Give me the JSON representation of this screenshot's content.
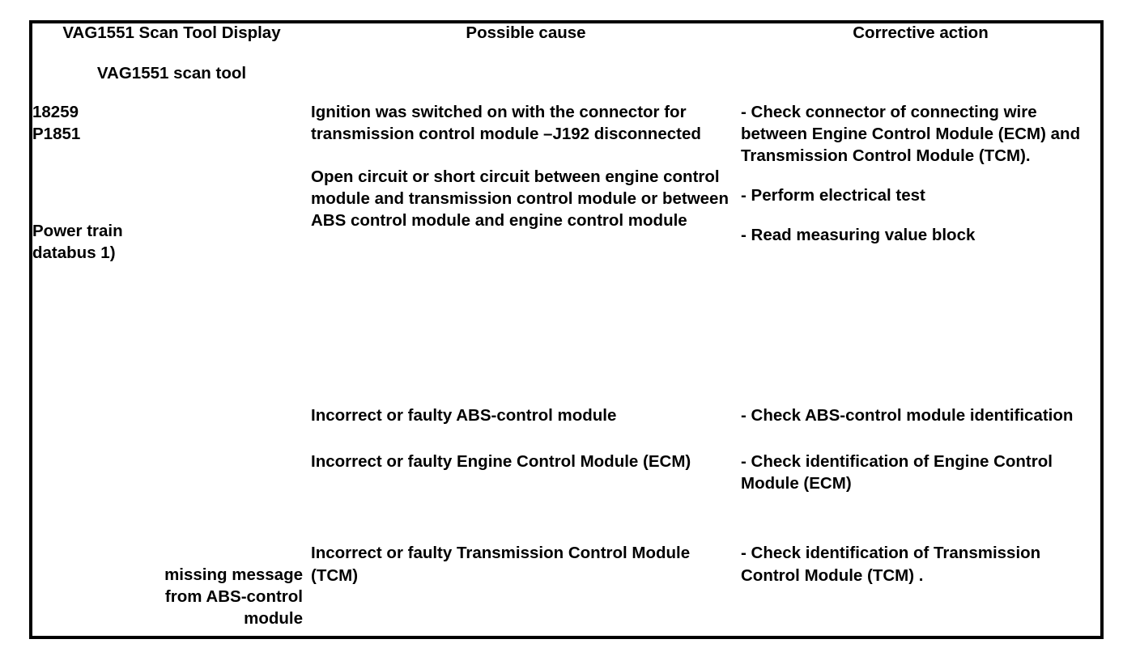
{
  "table": {
    "headers": {
      "display_line1": "VAG1551 Scan Tool Display",
      "display_line2": "VAG1551 scan tool",
      "cause": "Possible cause",
      "action": "Corrective action"
    },
    "display_column": {
      "code_fault": "18259",
      "code_pcode": "P1851",
      "system_line1": "Power train",
      "system_line2": "databus 1)",
      "note_line1": "missing message",
      "note_line2": "from ABS-control",
      "note_line3": "module"
    },
    "rows": [
      {
        "cause_paragraphs": [
          "Ignition was switched on with the connector for transmission control module –J192 disconnected",
          "Open circuit or short circuit between engine control module and transmission control module or between ABS control module and engine control module"
        ],
        "action_lines": [
          "- Check connector of connecting wire between Engine Control Module (ECM) and Transmission Control Module (TCM).",
          "- Perform electrical test",
          "- Read measuring value block"
        ]
      },
      {
        "cause_paragraphs": [
          "Incorrect or faulty ABS-control module"
        ],
        "action_lines": [
          "- Check ABS-control module identification"
        ]
      },
      {
        "cause_paragraphs": [
          "Incorrect or faulty Engine Control Module (ECM)"
        ],
        "action_lines": [
          "- Check identification of Engine Control Module (ECM)"
        ]
      },
      {
        "cause_paragraphs": [
          "Incorrect or faulty Transmission Control Module (TCM)"
        ],
        "action_lines": [
          "- Check identification of Transmission Control Module (TCM) ."
        ]
      }
    ]
  }
}
